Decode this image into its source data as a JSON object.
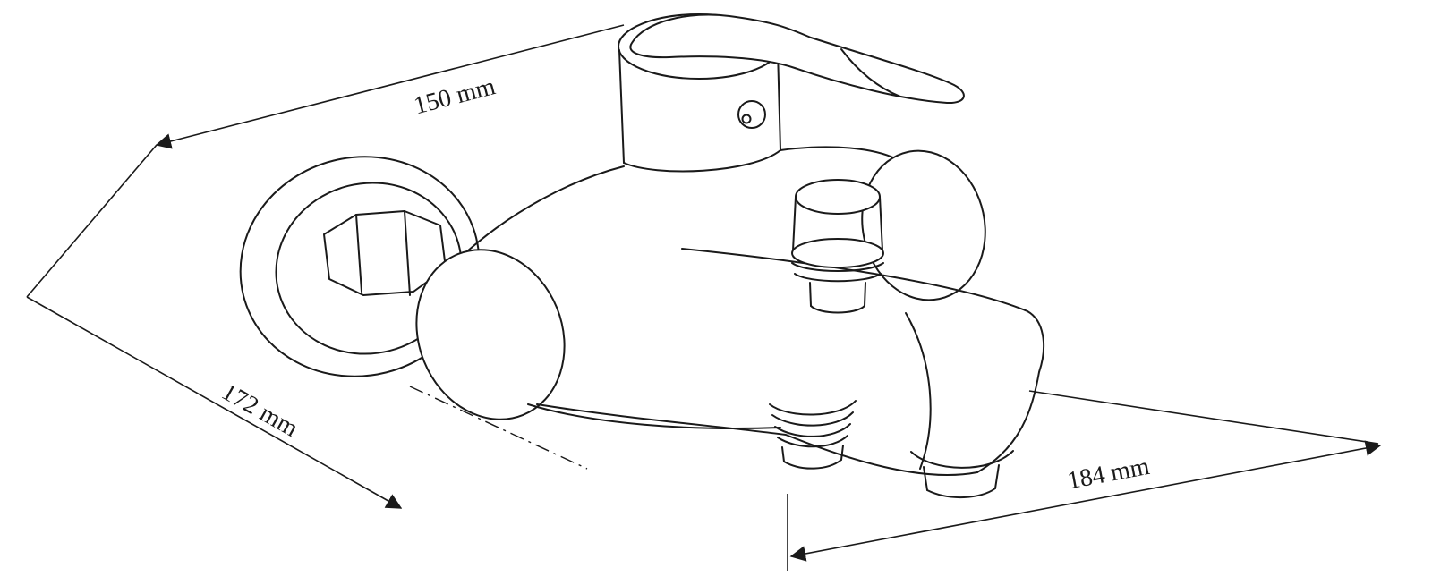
{
  "dimensions": {
    "width": {
      "label": "150 mm"
    },
    "depth": {
      "label": "172 mm"
    },
    "length": {
      "label": "184 mm"
    }
  },
  "style": {
    "line_color": "#1a1a1a",
    "background_color": "#ffffff"
  }
}
